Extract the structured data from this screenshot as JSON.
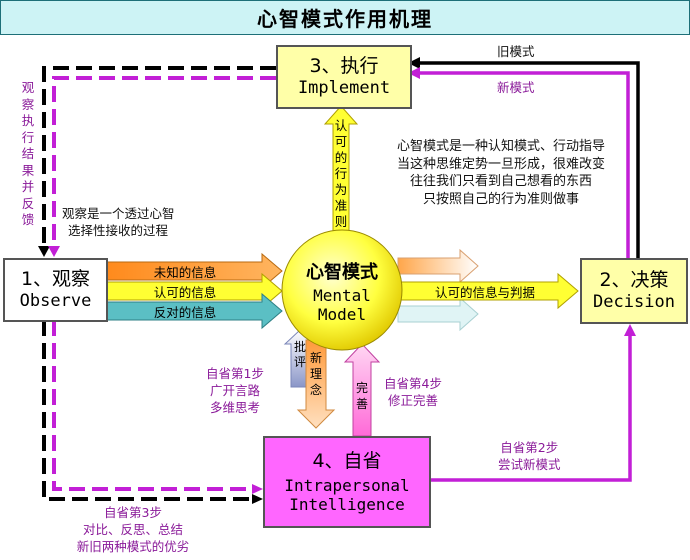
{
  "title": "心智模式作用机理",
  "nodes": {
    "observe": {
      "cn": "1、观察",
      "en": "Observe"
    },
    "implement": {
      "cn": "3、执行",
      "en": "Implement"
    },
    "decision": {
      "cn": "2、决策",
      "en": "Decision"
    },
    "intrapersonal": {
      "cn": "4、自省",
      "en1": "Intrapersonal",
      "en2": "Intelligence"
    },
    "mental": {
      "cn": "心智模式",
      "en1": "Mental",
      "en2": "Model"
    }
  },
  "inputs": [
    "未知的信息",
    "认可的信息",
    "反对的信息"
  ],
  "labels": {
    "observe_feedback": "观察执行结果并反馈",
    "old_mode": "旧模式",
    "new_mode": "新模式",
    "perception_note": [
      "观察是一个透过心智",
      "选择性接收的过程"
    ],
    "mental_note": [
      "心智模式是一种认知模式、行动指导",
      "当这种思维定势一旦形成，很难改变",
      "往往我们只看到自己想看的东西",
      "只按照自己的行为准则做事"
    ],
    "behavior_norm": "认可的行为准则",
    "judge": "认可的信息与判据",
    "criticism": "批评",
    "new_idea": "新理念",
    "perfect": "完善",
    "step1": [
      "自省第1步",
      "广开言路",
      "多维思考"
    ],
    "step4": [
      "自省第4步",
      "修正完善"
    ],
    "step2": [
      "自省第2步",
      "尝试新模式"
    ],
    "step3": [
      "自省第3步",
      "对比、反思、总结",
      "新旧两种模式的优劣"
    ]
  },
  "colors": {
    "yellow_box": "#ffffa8",
    "magenta_box": "#ff66ff",
    "purple_line": "#c21fd6",
    "orange_arrow": "#ff8a1c",
    "yellow_arrow": "#ffff33",
    "teal_arrow": "#5bbfc4"
  }
}
